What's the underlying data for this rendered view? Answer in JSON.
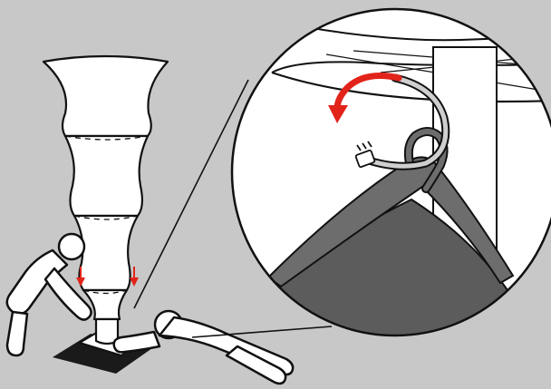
{
  "colors": {
    "background": "#c8c8c8",
    "outline": "#111111",
    "fill": "#ffffff",
    "arrow": "#e2231a",
    "hanger": "#6d6d6d",
    "garment": "#5c5c5c",
    "floor_shadow": "#1a1a1a"
  },
  "illustration": {
    "subject": "assembly-step",
    "arrows": [
      "down-arrow",
      "down-arrow",
      "curved-rotate-arrow"
    ],
    "figures": [
      "kneeling-person",
      "lying-person"
    ],
    "detail": "magnified-hanger-hook"
  }
}
